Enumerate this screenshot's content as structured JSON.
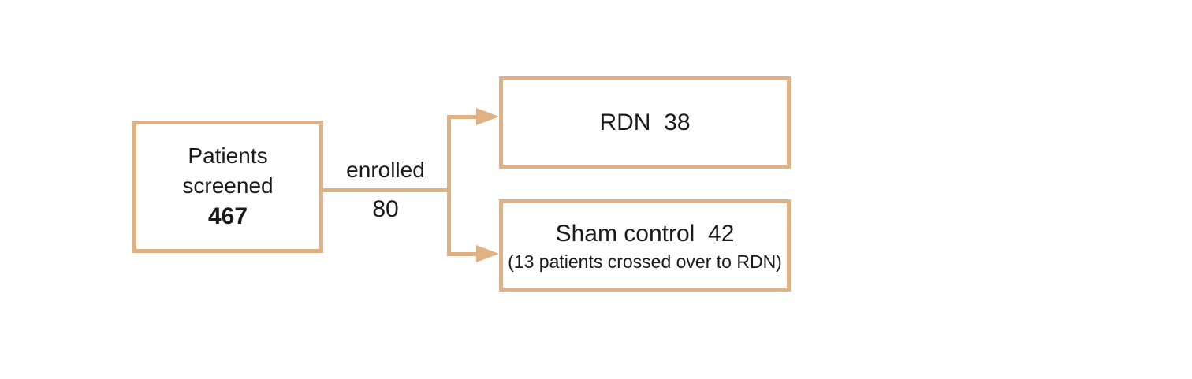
{
  "diagram": {
    "accent_color": "#e0b283",
    "text_color": "#1a1a1a",
    "screened_box": {
      "line1": "Patients",
      "line2": "screened",
      "value": "467"
    },
    "connector": {
      "label": "enrolled",
      "count": "80"
    },
    "rdn_box": {
      "label": "RDN  38"
    },
    "sham_box": {
      "label": "Sham control  42",
      "sublabel": "(13 patients crossed over to RDN)"
    }
  }
}
